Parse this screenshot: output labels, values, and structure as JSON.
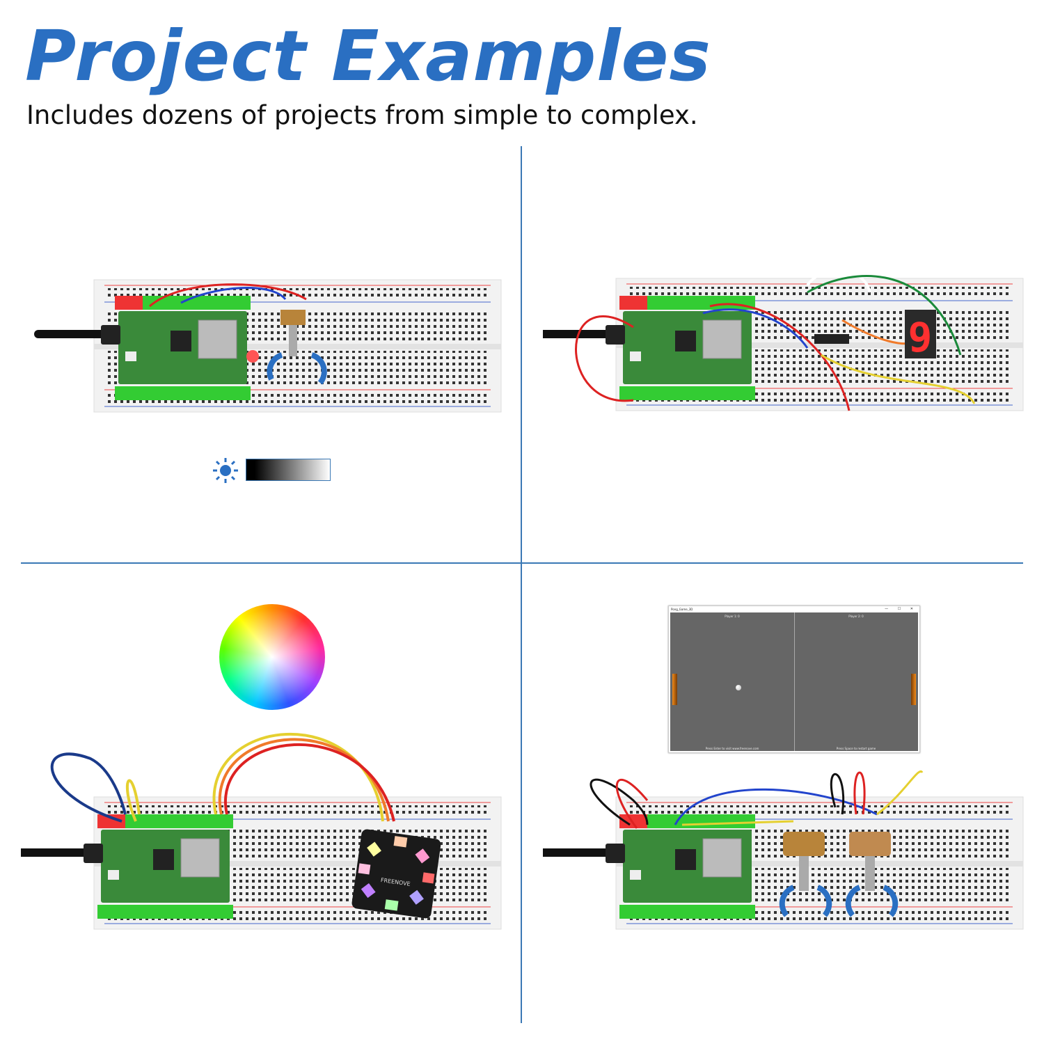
{
  "header": {
    "title": "Project Examples",
    "subtitle": "Includes dozens of projects from simple to complex."
  },
  "colors": {
    "accent": "#2a6fc2",
    "divider": "#3a78b5"
  },
  "quadrants": [
    {
      "name": "potentiometer-led-dimmer",
      "icons": [
        "sun-icon",
        "brightness-gradient",
        "rotate-arrows-icon"
      ]
    },
    {
      "name": "seven-segment-display",
      "display_digit": "9"
    },
    {
      "name": "rgb-led-module",
      "icons": [
        "color-wheel"
      ],
      "module_brand": "FREENOVE"
    },
    {
      "name": "pong-game",
      "window": {
        "title": "Pong_Game_3D",
        "player1": "Player 1: 0",
        "player2": "Player 2: 0",
        "footer_left": "Press Enter to visit www.freenove.com",
        "footer_right": "Press Space to restart game",
        "controls": "— ☐ ✕"
      }
    }
  ]
}
